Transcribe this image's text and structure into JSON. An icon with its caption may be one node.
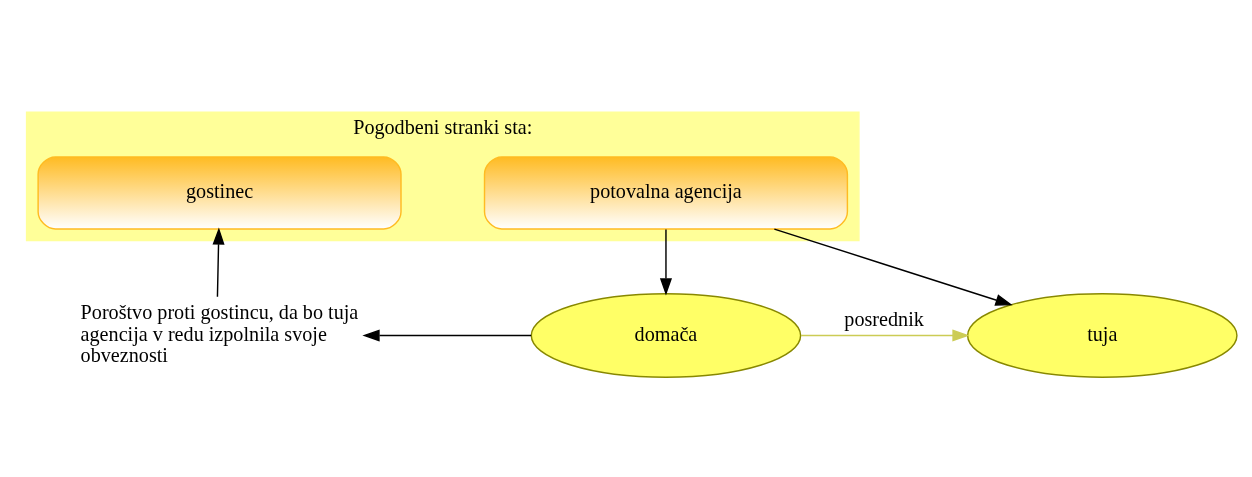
{
  "diagram": {
    "nodes": [
      {
        "text": [
          "Pogodbeni stranki sta:"
        ]
      },
      {
        "text": [
          "gostinec"
        ],
        "in": 0
      },
      {
        "text": [
          "potovalna agencija"
        ],
        "in": 0
      },
      {
        "text": [
          "Poroštvo proti gostincu, da bo tuja agencija v redu izpolnila svoje obveznosti"
        ]
      },
      {
        "text": [
          "domača"
        ]
      },
      {
        "text": [
          "tuja"
        ]
      }
    ],
    "edges": [
      {
        "from": 3,
        "to": 1,
        "arrow": "to"
      },
      {
        "from": 2,
        "to": 4,
        "arrow": "to"
      },
      {
        "from": 2,
        "to": 5,
        "arrow": "to"
      },
      {
        "from": 4,
        "to": 3,
        "arrow": "to"
      },
      {
        "from": 4,
        "to": 5,
        "arrow": "to",
        "label": "posrednik",
        "color": "#cccc55"
      }
    ]
  }
}
